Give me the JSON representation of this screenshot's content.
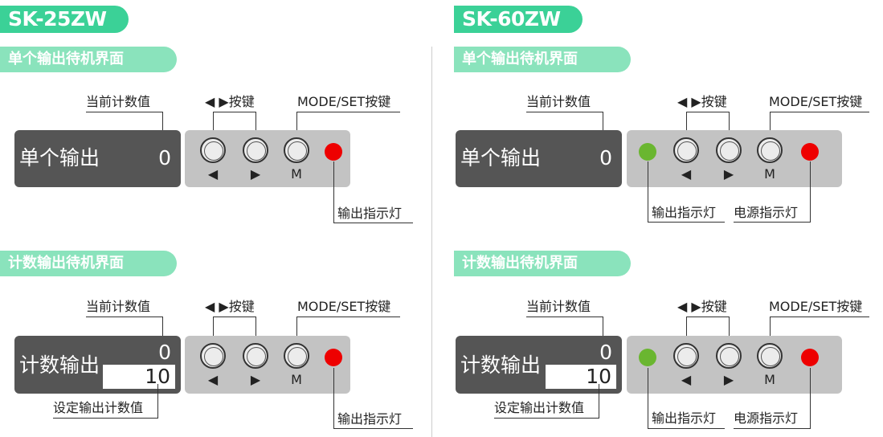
{
  "colors": {
    "model_tag": "#3bd197",
    "section_tag": "#8ae3bc",
    "display_bg": "#555555",
    "panel_bg": "#c3c3c3",
    "led_red": "#ee0000",
    "led_green": "#6ab630"
  },
  "left": {
    "model": "SK-25ZW",
    "single": {
      "section": "单个输出待机界面",
      "current_count_label": "当前计数值",
      "arrow_keys_label": "◀ ▶按键",
      "mode_set_label": "MODE/SET按键",
      "display_title": "单个输出",
      "display_value": "0",
      "btn_left": "◀",
      "btn_right": "▶",
      "btn_mode": "M",
      "output_led_label": "输出指示灯"
    },
    "count": {
      "section": "计数输出待机界面",
      "current_count_label": "当前计数值",
      "arrow_keys_label": "◀ ▶按键",
      "mode_set_label": "MODE/SET按键",
      "display_title": "计数输出",
      "display_value": "0",
      "set_value": "10",
      "btn_left": "◀",
      "btn_right": "▶",
      "btn_mode": "M",
      "set_count_label": "设定输出计数值",
      "output_led_label": "输出指示灯"
    }
  },
  "right": {
    "model": "SK-60ZW",
    "single": {
      "section": "单个输出待机界面",
      "current_count_label": "当前计数值",
      "arrow_keys_label": "◀ ▶按键",
      "mode_set_label": "MODE/SET按键",
      "display_title": "单个输出",
      "display_value": "0",
      "btn_left": "◀",
      "btn_right": "▶",
      "btn_mode": "M",
      "output_led_label": "输出指示灯",
      "power_led_label": "电源指示灯"
    },
    "count": {
      "section": "计数输出待机界面",
      "current_count_label": "当前计数值",
      "arrow_keys_label": "◀ ▶按键",
      "mode_set_label": "MODE/SET按键",
      "display_title": "计数输出",
      "display_value": "0",
      "set_value": "10",
      "btn_left": "◀",
      "btn_right": "▶",
      "btn_mode": "M",
      "set_count_label": "设定输出计数值",
      "output_led_label": "输出指示灯",
      "power_led_label": "电源指示灯"
    }
  }
}
